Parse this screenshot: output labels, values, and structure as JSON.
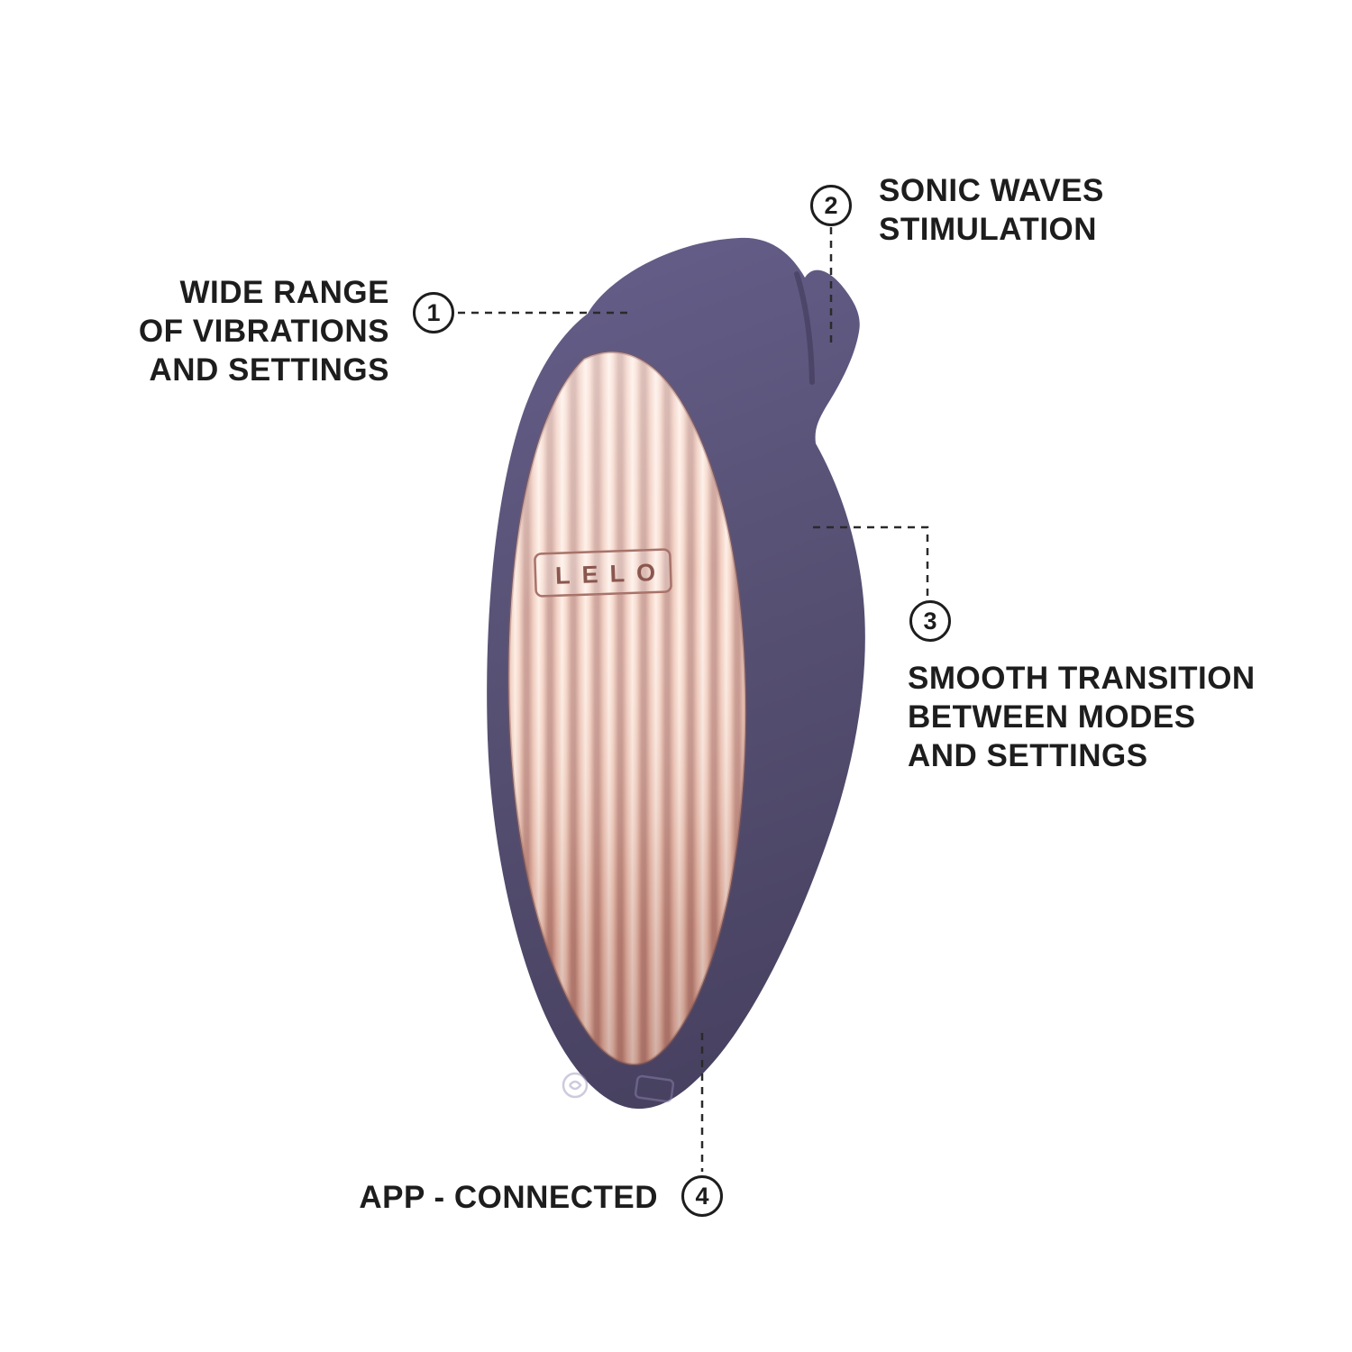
{
  "colors": {
    "product_body": "#56507a",
    "product_faceplate": "#eec0af",
    "faceplate_highlight": "#fdeadf",
    "faceplate_shadow": "#bd867b",
    "text": "#1d1d1d",
    "background": "#ffffff"
  },
  "product": {
    "logo_text": "LELO"
  },
  "callouts": {
    "one": {
      "number": "1",
      "lines": [
        "WIDE RANGE",
        "OF VIBRATIONS",
        "AND SETTINGS"
      ]
    },
    "two": {
      "number": "2",
      "lines": [
        "SONIC WAVES",
        "STIMULATION"
      ]
    },
    "three": {
      "number": "3",
      "lines": [
        "SMOOTH TRANSITION",
        "BETWEEN MODES",
        "AND SETTINGS"
      ]
    },
    "four": {
      "number": "4",
      "lines": [
        "APP - CONNECTED"
      ]
    }
  }
}
